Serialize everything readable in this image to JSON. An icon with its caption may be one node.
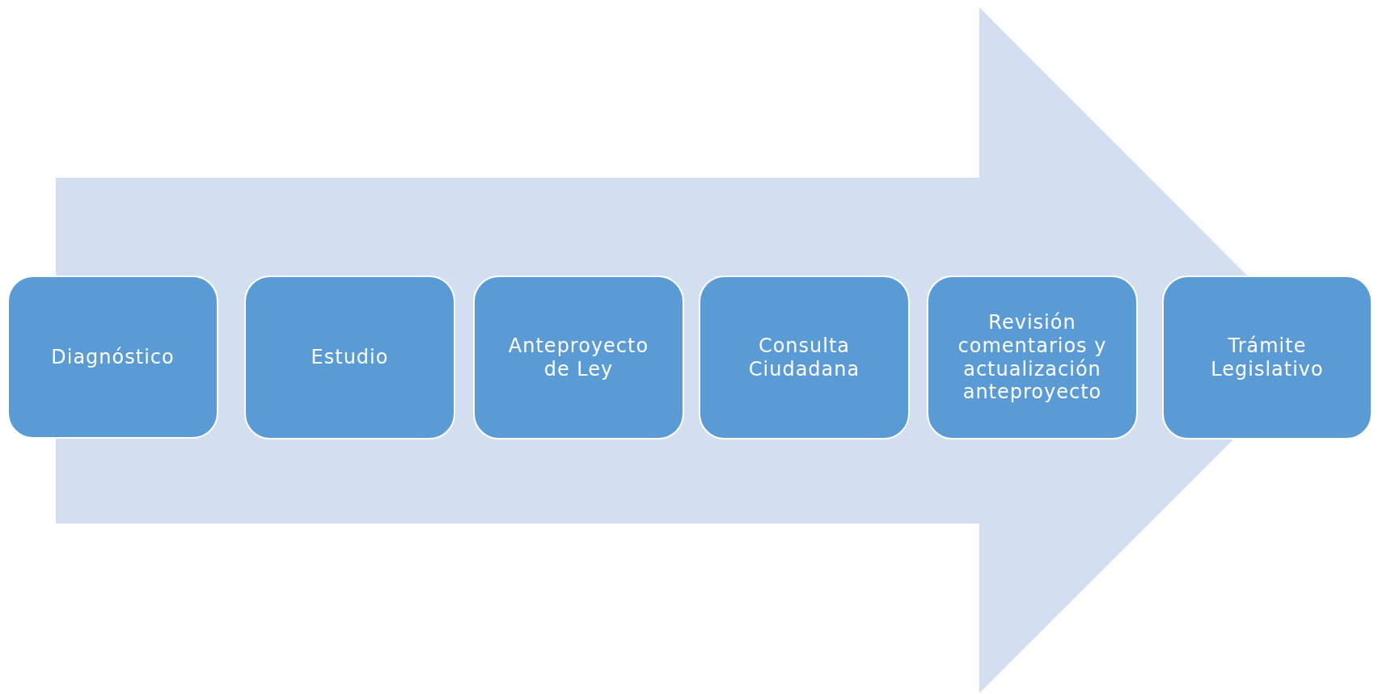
{
  "diagram": {
    "nodes": [
      {
        "text": [
          "Diagnóstico"
        ]
      },
      {
        "text": [
          "Estudio"
        ]
      },
      {
        "text": [
          "Anteproyecto de Ley"
        ]
      },
      {
        "text": [
          "Consulta Ciudadana"
        ]
      },
      {
        "text": [
          "Revisión comentarios y actualización anteproyecto"
        ]
      },
      {
        "text": [
          "Trámite Legislativo"
        ]
      }
    ],
    "edges": [
      {
        "from": 0,
        "to": 5,
        "arrow": "to"
      }
    ]
  }
}
